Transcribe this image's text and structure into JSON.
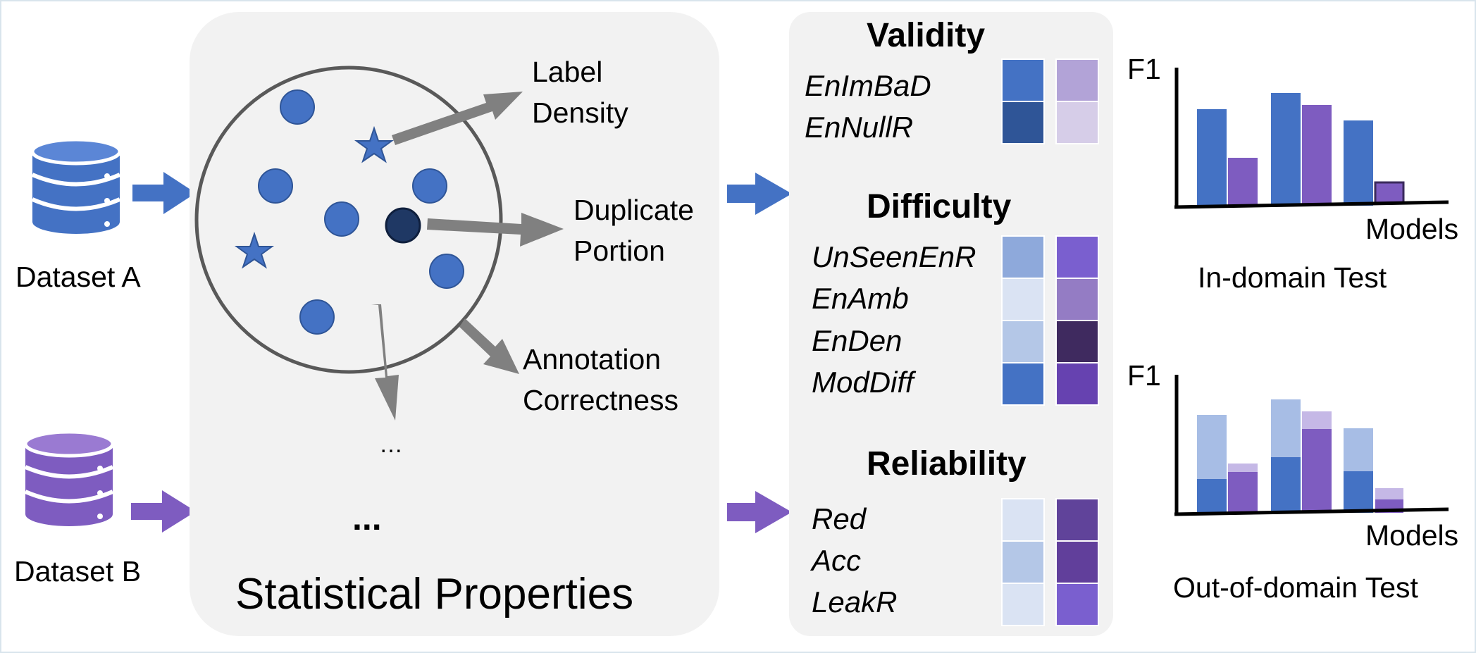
{
  "datasets": {
    "a_label": "Dataset A",
    "b_label": "Dataset B"
  },
  "stats_panel": {
    "title": "Statistical Properties",
    "arrow_labels": {
      "label_density_1": "Label",
      "label_density_2": "Density",
      "duplicate_1": "Duplicate",
      "duplicate_2": "Portion",
      "annotation_1": "Annotation",
      "annotation_2": "Correctness"
    },
    "ellipsis_small": "…",
    "ellipsis_large": "..."
  },
  "metrics_panel": {
    "validity": {
      "title": "Validity",
      "metrics": [
        "EnImBaD",
        "EnNullR"
      ]
    },
    "difficulty": {
      "title": "Difficulty",
      "metrics": [
        "UnSeenEnR",
        "EnAmb",
        "EnDen",
        "ModDiff"
      ]
    },
    "reliability": {
      "title": "Reliability",
      "metrics": [
        "Red",
        "Acc",
        "LeakR"
      ]
    }
  },
  "results": {
    "in_domain": {
      "y_label": "F1",
      "x_label": "Models",
      "caption": "In-domain Test"
    },
    "out_of_domain": {
      "y_label": "F1",
      "x_label": "Models",
      "caption": "Out-of-domain Test"
    }
  },
  "colors": {
    "dataset_a": "#4472c4",
    "dataset_b": "#7e5cc0",
    "arrow_gray": "#808080",
    "panel_bg": "#f2f2f2",
    "dark_circle": "#1f3864"
  }
}
